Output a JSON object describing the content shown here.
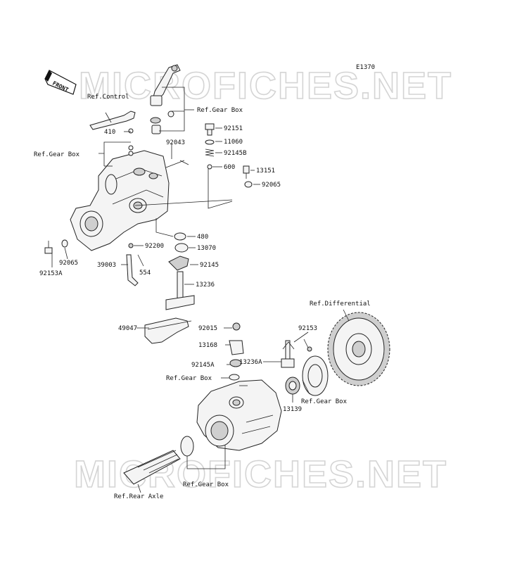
{
  "diagram_code": "E1370",
  "front_label": "FRONT",
  "watermark": "MICROFICHES.NET",
  "labels": {
    "ref_control": "Ref.Control",
    "ref_gear_box_top": "Ref.Gear Box",
    "ref_gear_box_left": "Ref.Gear Box",
    "p410": "410",
    "p92043": "92043",
    "p92151": "92151",
    "p11060": "11060",
    "p92145B": "92145B",
    "p600": "600",
    "p13151": "13151",
    "p92065_right": "92065",
    "p480": "480",
    "p13070": "13070",
    "p92200": "92200",
    "p92065_left": "92065",
    "p92153A": "92153A",
    "p39003": "39003",
    "p554": "554",
    "p92145": "92145",
    "p13236": "13236",
    "ref_differential": "Ref.Differential",
    "p49047": "49047",
    "p92015": "92015",
    "p92153": "92153",
    "p13168": "13168",
    "p13236A": "13236A",
    "p92145A": "92145A",
    "ref_gear_box_mid": "Ref.Gear Box",
    "ref_gear_box_right": "Ref.Gear Box",
    "p13139": "13139",
    "ref_gear_box_bottom": "Ref.Gear Box",
    "ref_rear_axle": "Ref.Rear Axle"
  }
}
